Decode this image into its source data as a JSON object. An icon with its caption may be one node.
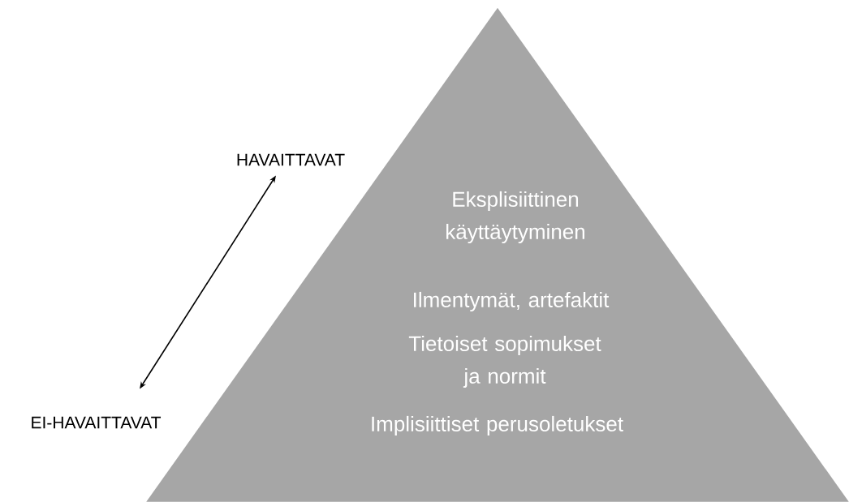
{
  "diagram": {
    "nodes": [
      {
        "text": [
          "Eksplisiittinen käyttäytyminen",
          "Ilmentymät, artefaktit",
          "Tietoiset sopimukset ja normit",
          "Implisiittiset perusoletukset"
        ]
      },
      {
        "text": [
          "HAVAITTAVAT"
        ]
      },
      {
        "text": [
          "EI-HAVAITTAVAT"
        ]
      }
    ],
    "edges": [
      {
        "from": 2,
        "to": 1,
        "arrow": "both"
      }
    ]
  }
}
